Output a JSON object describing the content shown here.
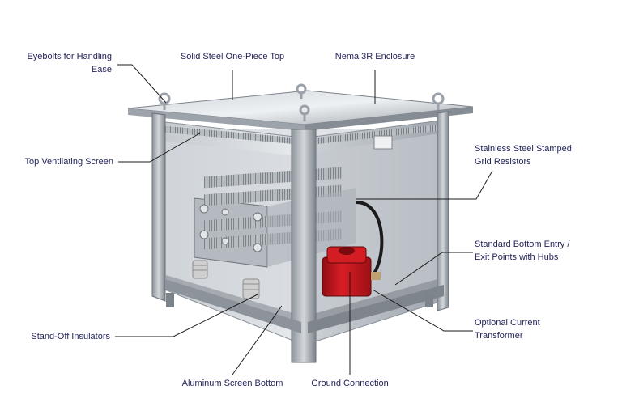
{
  "colors": {
    "label_text": "#23235b",
    "leader_line": "#1a1a1a",
    "steel_light": "#d9dde2",
    "steel_mid": "#a7adb4",
    "steel_dark": "#6e757c",
    "transformer_red": "#c8161d",
    "insulator": "#c9c9c9"
  },
  "labels": {
    "eyebolts": {
      "line1": "Eyebolts for Handling",
      "line2": "Ease"
    },
    "solid_top": {
      "line1": "Solid Steel One-Piece Top"
    },
    "nema": {
      "line1": "Nema 3R Enclosure"
    },
    "top_vent": {
      "line1": "Top Ventilating Screen"
    },
    "grid_resistors": {
      "line1": "Stainless Steel Stamped",
      "line2": "Grid Resistors"
    },
    "bottom_entry": {
      "line1": "Standard Bottom Entry /",
      "line2": "Exit Points with Hubs"
    },
    "current_transformer": {
      "line1": "Optional Current",
      "line2": "Transformer"
    },
    "standoff": {
      "line1": "Stand-Off Insulators"
    },
    "aluminum_bottom": {
      "line1": "Aluminum Screen Bottom"
    },
    "ground": {
      "line1": "Ground Connection"
    }
  }
}
